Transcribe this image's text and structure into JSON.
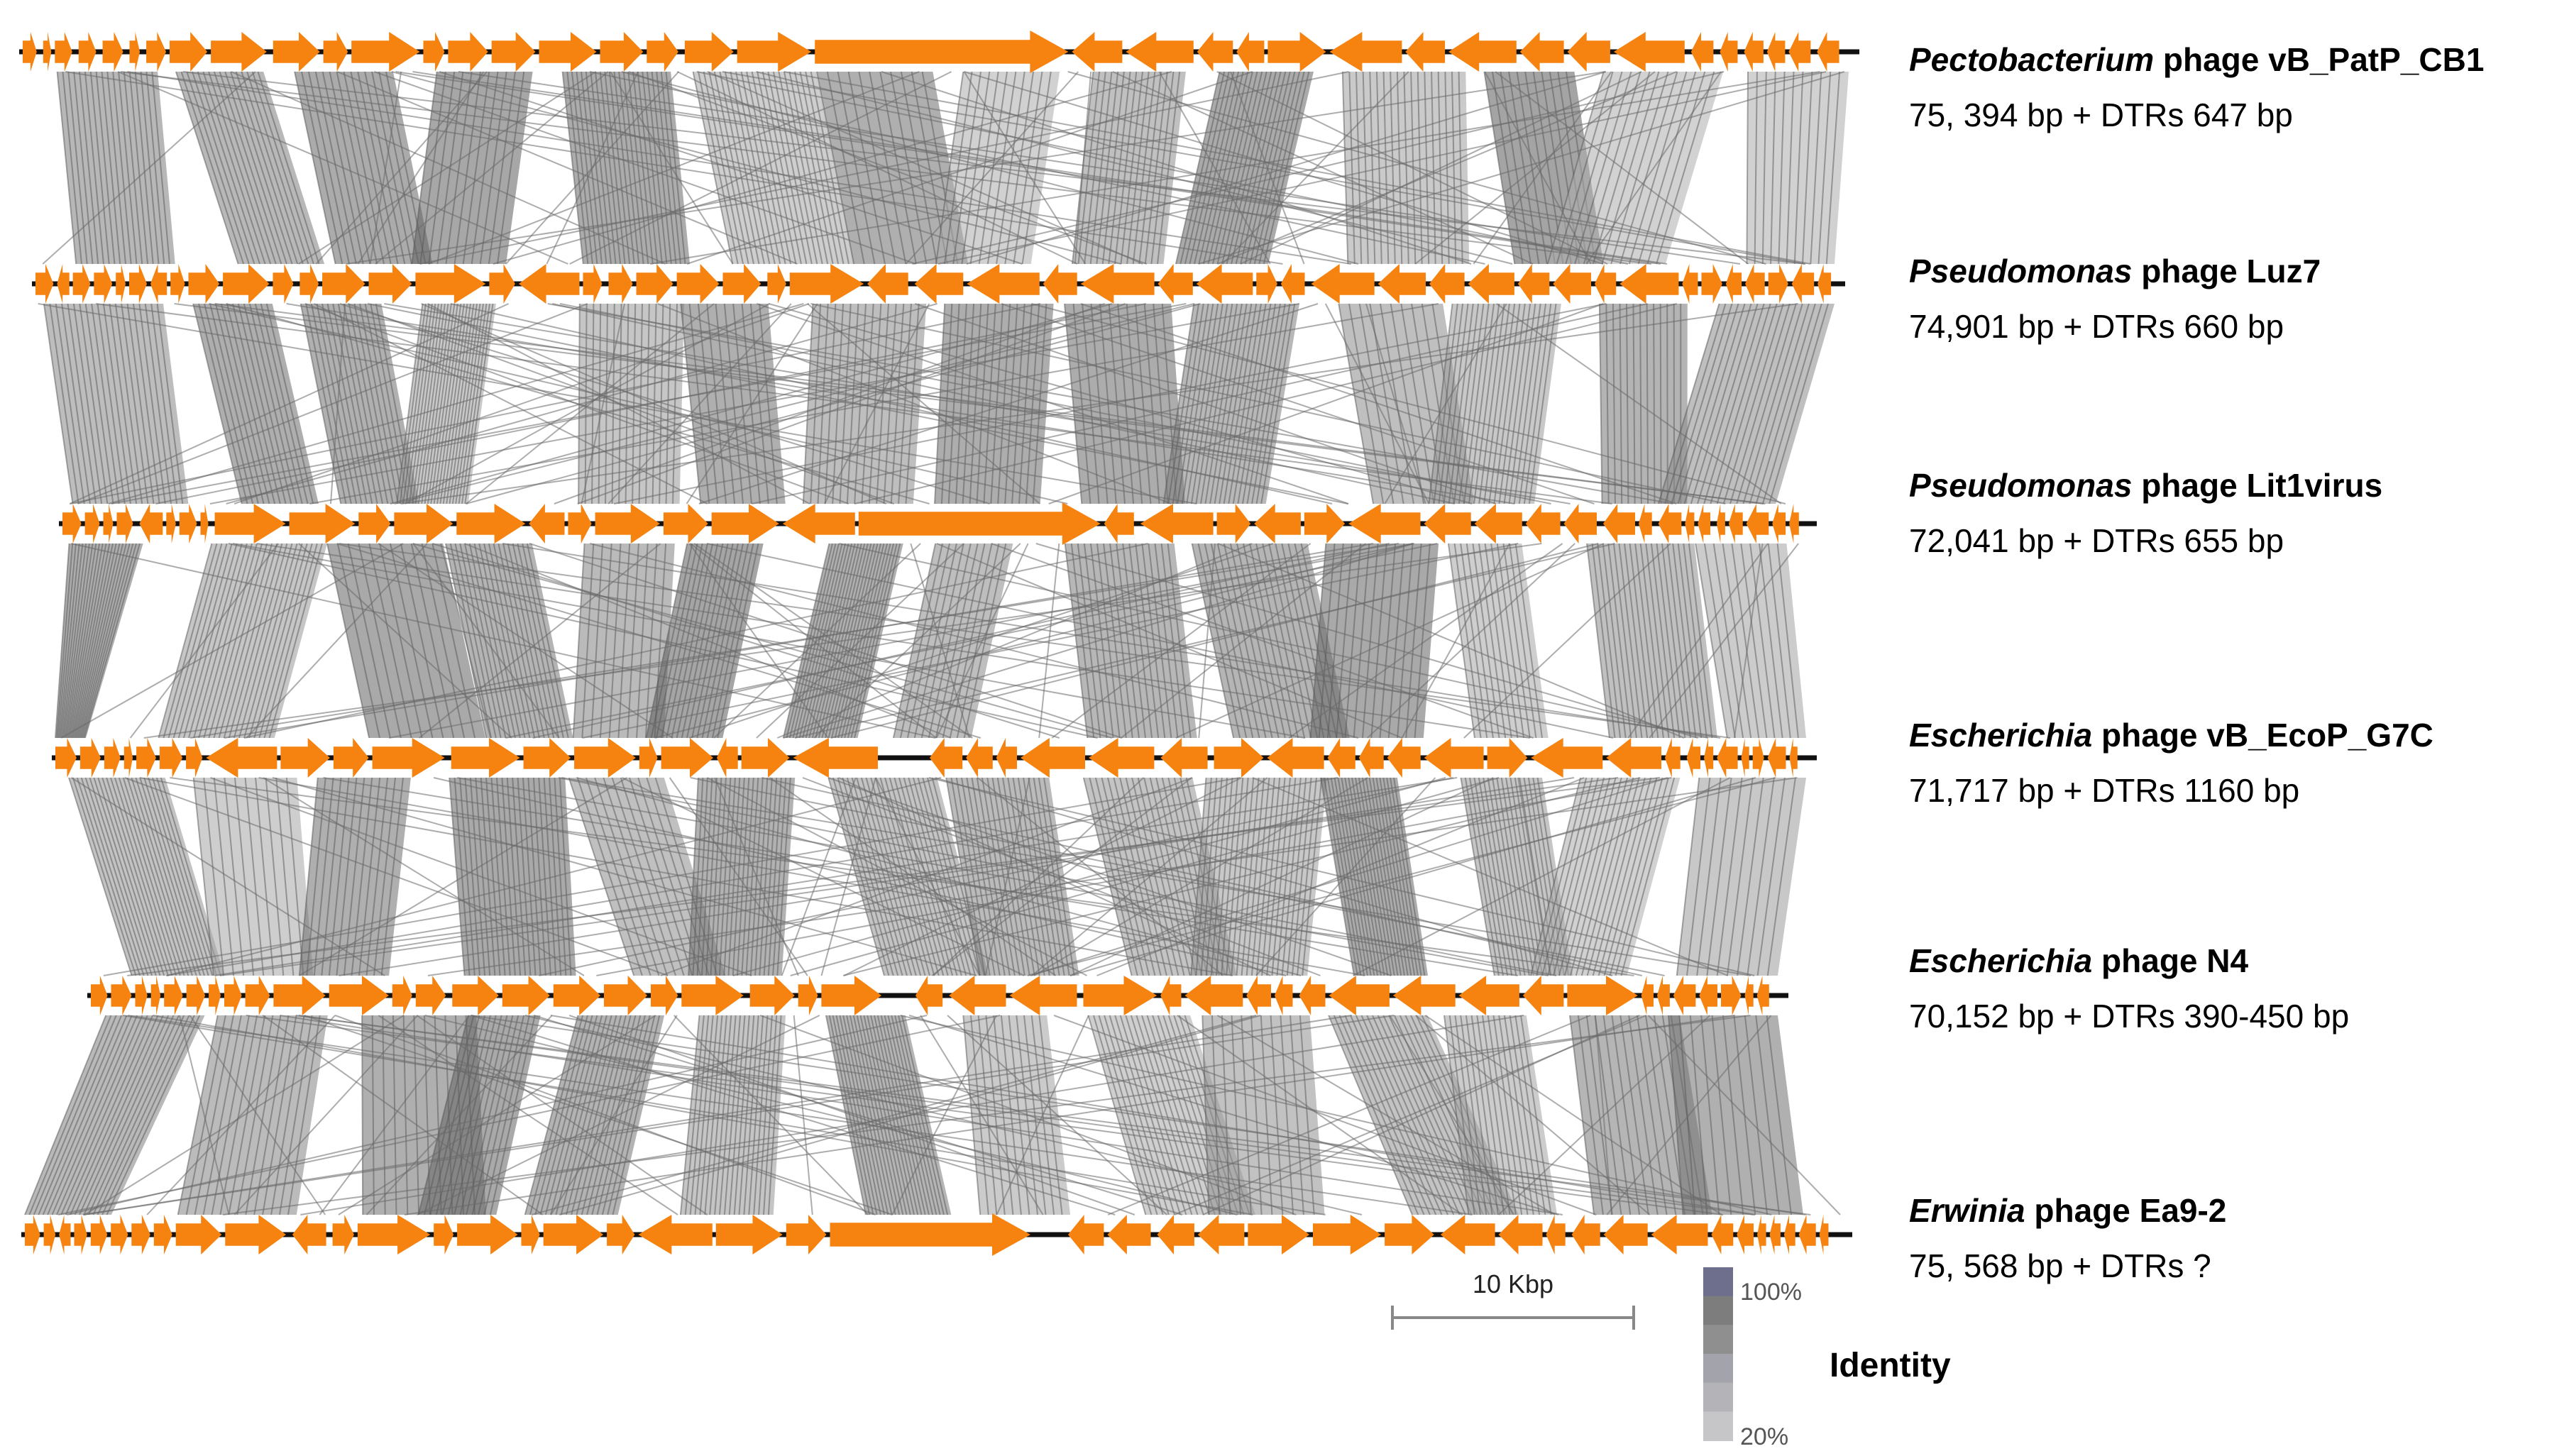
{
  "genomes": [
    {
      "organism": "Pectobacterium",
      "phage_name": " phage vB_PatP_CB1",
      "size_text": "75, 394 bp + DTRs 647 bp"
    },
    {
      "organism": "Pseudomonas",
      "phage_name": " phage Luz7",
      "size_text": "74,901 bp + DTRs 660 bp"
    },
    {
      "organism": "Pseudomonas",
      "phage_name": " phage Lit1virus",
      "size_text": "72,041 bp +  DTRs 655 bp"
    },
    {
      "organism": "Escherichia",
      "phage_name": " phage vB_EcoP_G7C",
      "size_text": "71,717 bp +  DTRs 1160 bp"
    },
    {
      "organism": "Escherichia",
      "phage_name": " phage N4",
      "size_text": "70,152 bp + DTRs 390-450 bp"
    },
    {
      "organism": "Erwinia",
      "phage_name": " phage Ea9-2",
      "size_text": "75, 568 bp +  DTRs ?"
    }
  ],
  "scale_bar": {
    "label": "10 Kbp"
  },
  "identity_legend": {
    "title": "Identity",
    "max_label": "100%",
    "min_label": "20%",
    "colors": [
      "#6e6f8c",
      "#7d7d7d",
      "#8f8f8f",
      "#a3a3ab",
      "#b4b4b8",
      "#c6c6c8"
    ]
  },
  "colors": {
    "gene": "#f6820f",
    "backbone": "#111111",
    "link": "#808080"
  }
}
